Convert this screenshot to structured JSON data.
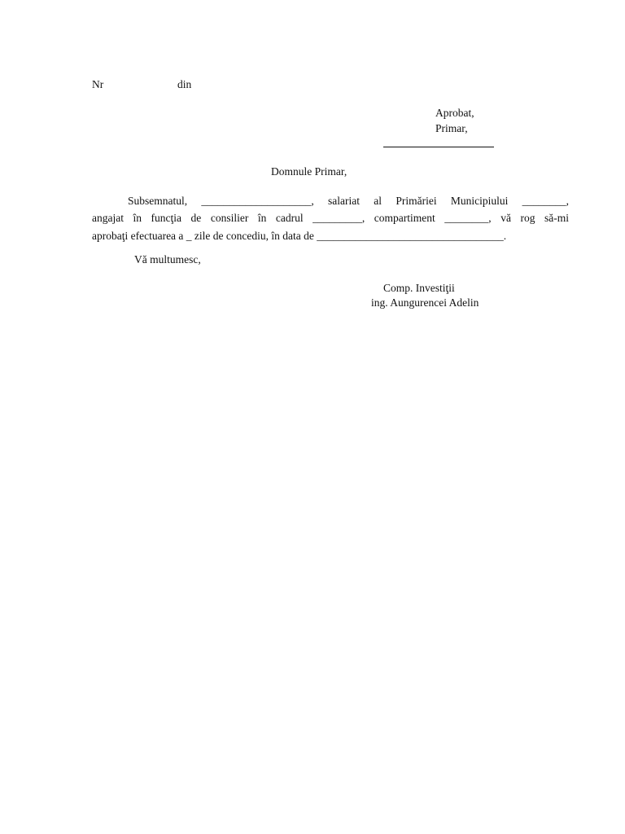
{
  "header": {
    "nr": "Nr",
    "din": "din"
  },
  "approval": {
    "line1": "Aprobat,",
    "line2": "Primar,",
    "signature_blank": "___________________"
  },
  "salutation": "Domnule Primar,",
  "body": {
    "line1": "Subsemnatul, ____________________, salariat al Primăriei Municipiului ________,",
    "line2": "angajat în funcţia de consilier în cadrul _________, compartiment ________, vă rog să-mi",
    "line3": "aprobaţi efectuarea a _ zile de concediu, în data de __________________________________."
  },
  "closing": "Vă multumesc,",
  "signature": {
    "department": "Comp. Investiţii",
    "name": "ing. Aungurencei Adelin"
  }
}
